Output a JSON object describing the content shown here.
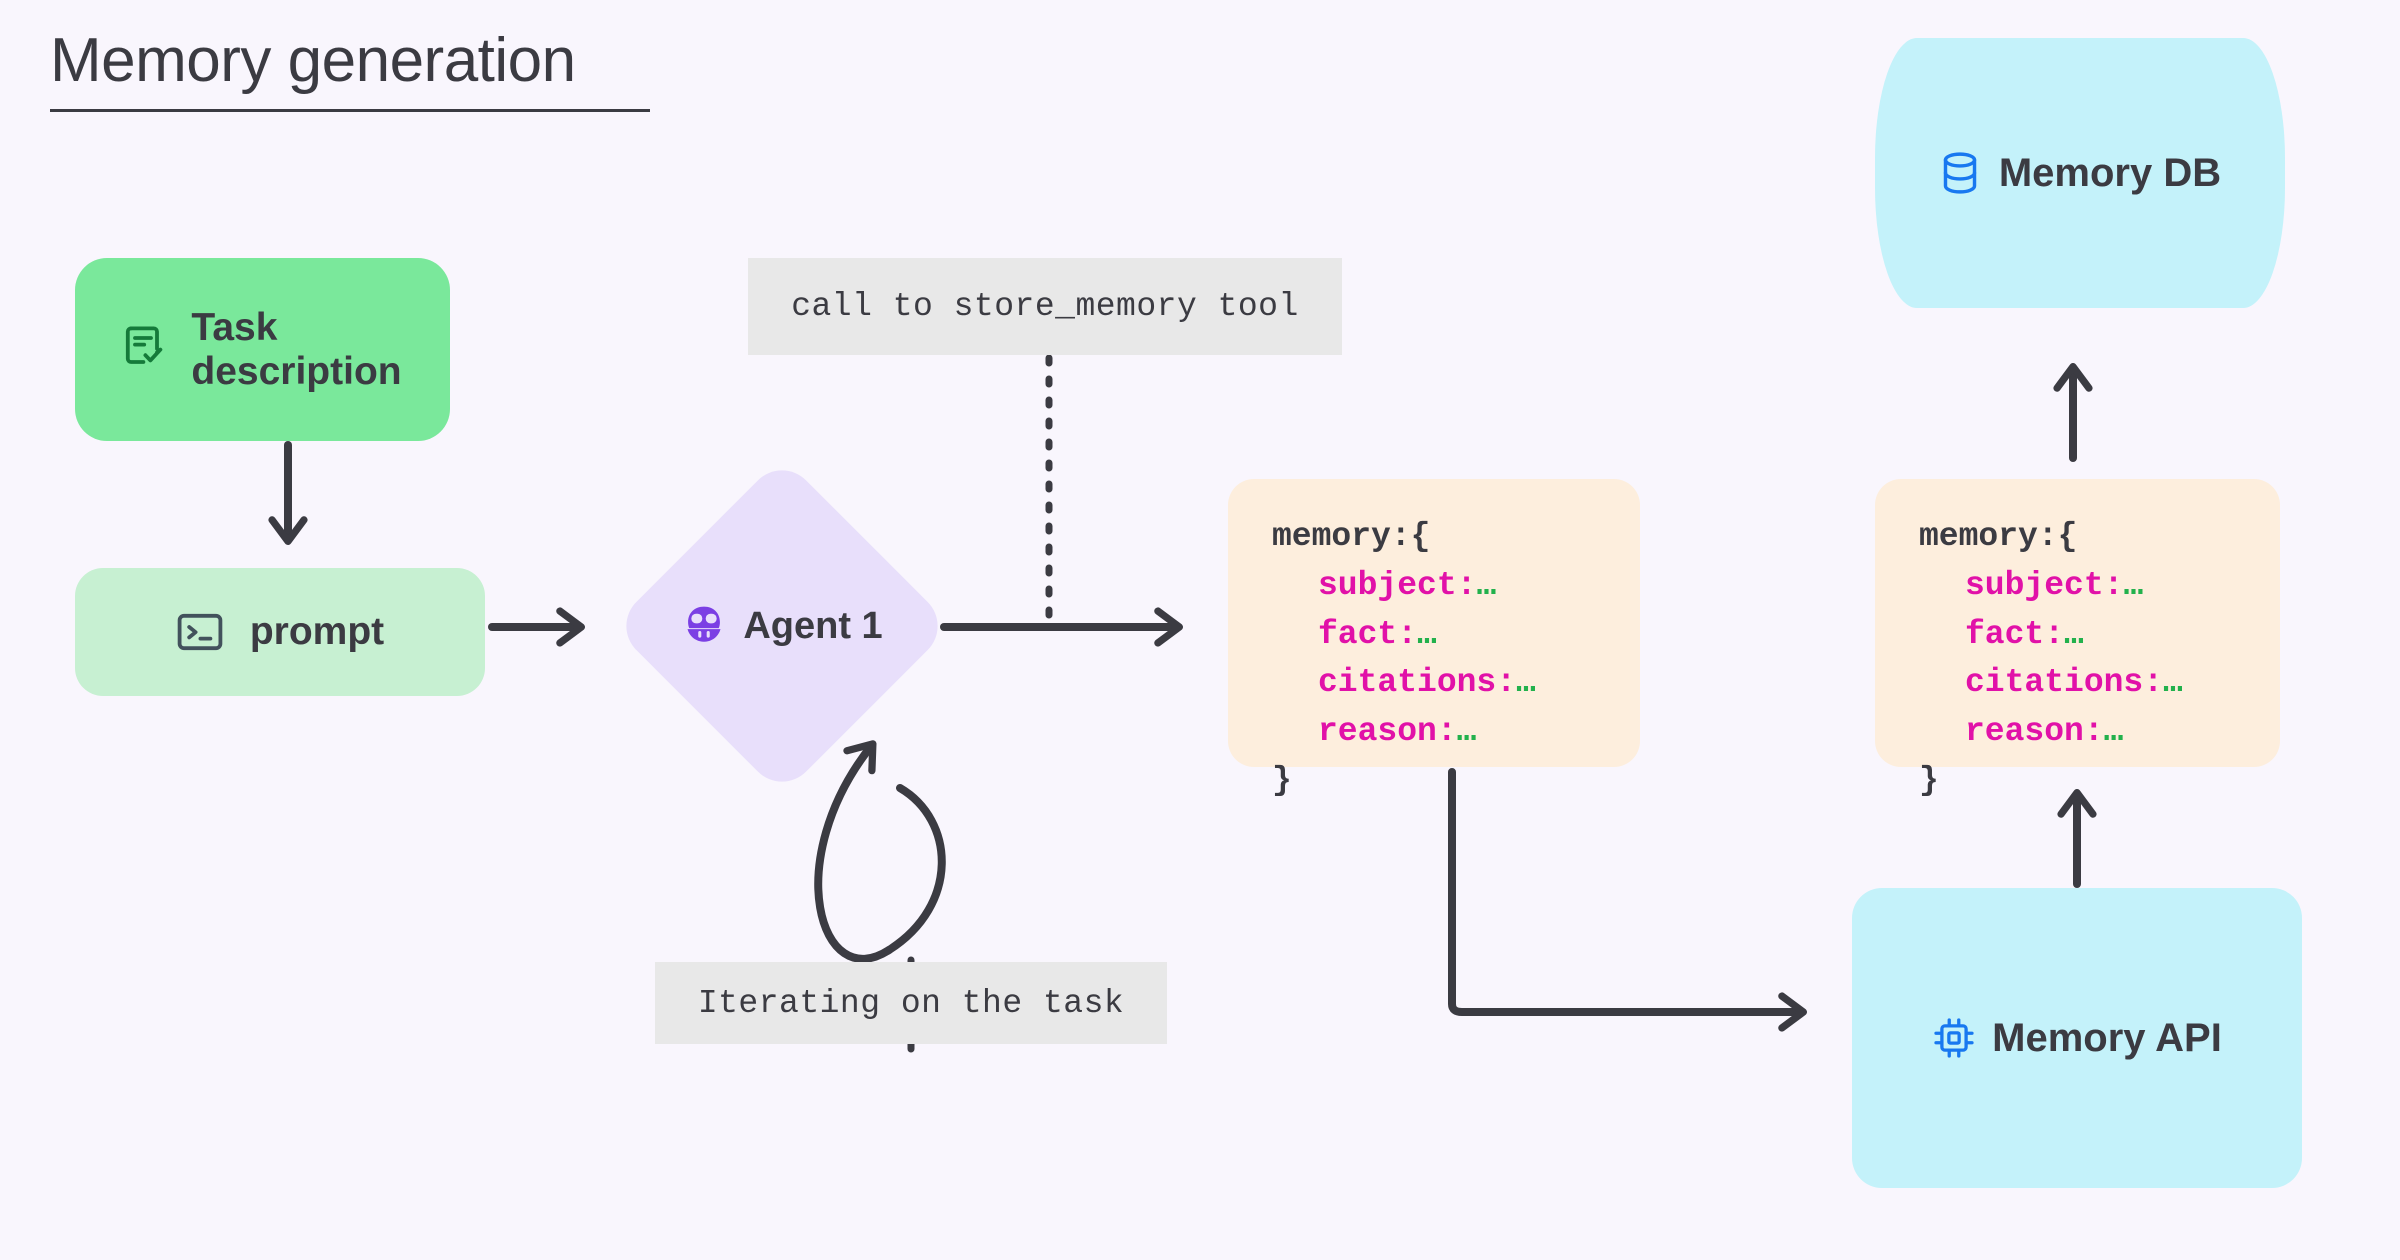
{
  "title": "Memory generation",
  "colors": {
    "background": "#f9f6fd",
    "task_green": "#7ae89b",
    "prompt_green": "#c7f0d2",
    "agent_purple": "#e8dffb",
    "memory_peach": "#fdeedd",
    "db_cyan": "#c4f2fa",
    "annotation_gray": "#e8e8e8",
    "stroke_dark": "#3b3b42",
    "key_magenta": "#e111a8",
    "value_green": "#22b14c",
    "icon_blue": "#1878f0",
    "icon_purple": "#7b3fe4",
    "icon_darkgreen": "#157a3a"
  },
  "nodes": {
    "task_description": {
      "label": "Task\ndescription",
      "icon": "document-check-icon"
    },
    "prompt": {
      "label": "prompt",
      "icon": "terminal-icon"
    },
    "agent": {
      "label": "Agent 1",
      "icon": "robot-icon"
    },
    "memory_db": {
      "label": "Memory DB",
      "icon": "database-icon"
    },
    "memory_api": {
      "label": "Memory API",
      "icon": "chip-icon"
    }
  },
  "memory_object": {
    "open": "memory:{",
    "close": "}",
    "fields": [
      {
        "key": "subject:",
        "value": "…"
      },
      {
        "key": "fact:",
        "value": "…"
      },
      {
        "key": "citations:",
        "value": "…"
      },
      {
        "key": "reason:",
        "value": "…"
      }
    ]
  },
  "annotations": {
    "store_memory": "call to store_memory tool",
    "iterating": "Iterating on the task"
  },
  "edges": [
    {
      "name": "task-to-prompt",
      "style": "solid-arrow"
    },
    {
      "name": "prompt-to-agent",
      "style": "solid-arrow"
    },
    {
      "name": "agent-to-memory",
      "style": "solid-arrow"
    },
    {
      "name": "agent-self-loop",
      "style": "solid-arrow-loop"
    },
    {
      "name": "memory-to-api",
      "style": "solid-elbow-arrow"
    },
    {
      "name": "api-to-memory2",
      "style": "solid-arrow"
    },
    {
      "name": "memory2-to-db",
      "style": "solid-arrow"
    },
    {
      "name": "store-memory-dashed",
      "style": "dashed"
    },
    {
      "name": "iterating-dashed",
      "style": "dashed"
    }
  ]
}
